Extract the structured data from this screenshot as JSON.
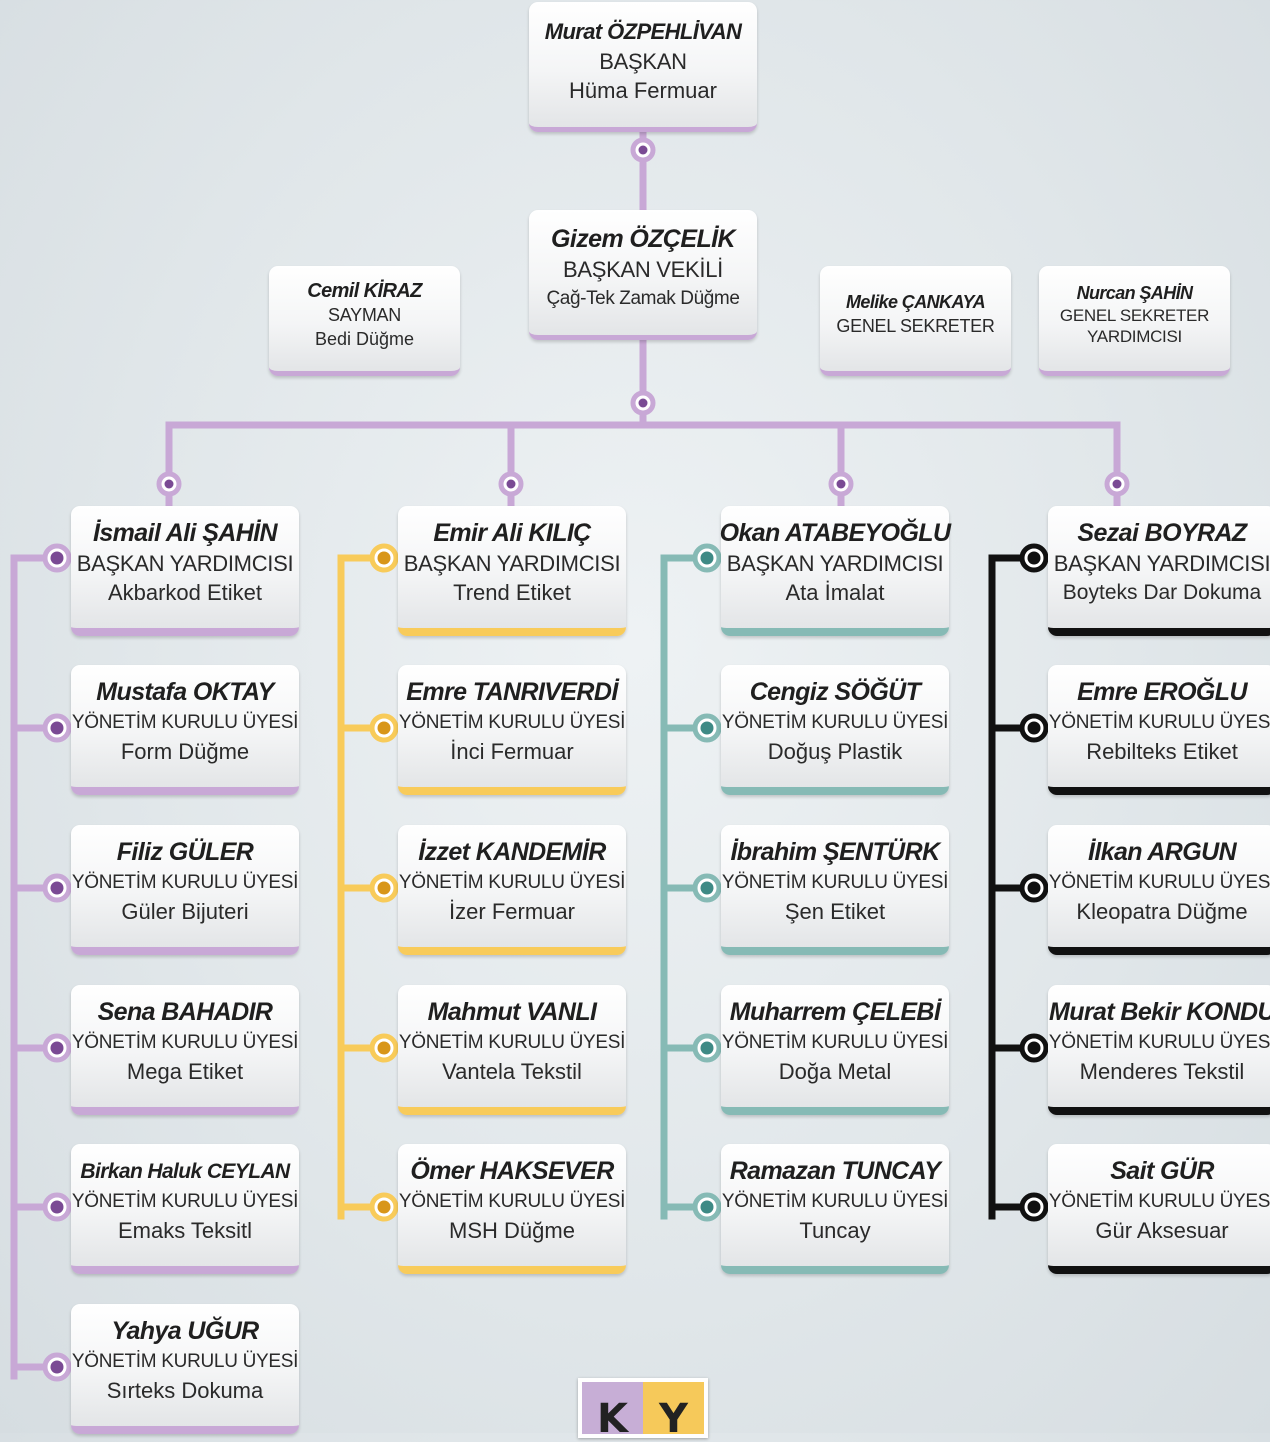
{
  "top": [
    {
      "name": "Murat ÖZPEHLİVAN",
      "role": "BAŞKAN",
      "company": "Hüma Fermuar"
    },
    {
      "name": "Gizem ÖZÇELİK",
      "role": "BAŞKAN VEKİLİ",
      "company": "Çağ-Tek Zamak Düğme"
    }
  ],
  "officers": [
    {
      "name": "Cemil KİRAZ",
      "role": "SAYMAN",
      "company": "Bedi Düğme"
    },
    {
      "name": "Melike ÇANKAYA",
      "role": "GENEL SEKRETER"
    },
    {
      "name": "Nurcan ŞAHİN",
      "role": "GENEL SEKRETER YARDIMCISI",
      "role_line1": "GENEL SEKRETER",
      "role_line2": "YARDIMCISI"
    }
  ],
  "columns": [
    {
      "color": "#c8a8d6",
      "members": [
        {
          "name": "İsmail Ali ŞAHİN",
          "role": "BAŞKAN YARDIMCISI",
          "company": "Akbarkod Etiket"
        },
        {
          "name": "Mustafa OKTAY",
          "role": "YÖNETİM KURULU ÜYESİ",
          "company": "Form Düğme"
        },
        {
          "name": "Filiz GÜLER",
          "role": "YÖNETİM KURULU ÜYESİ",
          "company": "Güler Bijuteri"
        },
        {
          "name": "Sena BAHADIR",
          "role": "YÖNETİM KURULU ÜYESİ",
          "company": "Mega Etiket"
        },
        {
          "name": "Birkan Haluk CEYLAN",
          "role": "YÖNETİM KURULU ÜYESİ",
          "company": "Emaks Teksitl"
        },
        {
          "name": "Yahya UĞUR",
          "role": "YÖNETİM KURULU ÜYESİ",
          "company": "Sırteks Dokuma"
        }
      ]
    },
    {
      "color": "#f8cb5a",
      "members": [
        {
          "name": "Emir Ali KILIÇ",
          "role": "BAŞKAN YARDIMCISI",
          "company": "Trend Etiket"
        },
        {
          "name": "Emre TANRIVERDİ",
          "role": "YÖNETİM KURULU ÜYESİ",
          "company": "İnci Fermuar"
        },
        {
          "name": "İzzet KANDEMİR",
          "role": "YÖNETİM KURULU ÜYESİ",
          "company": "İzer Fermuar"
        },
        {
          "name": "Mahmut VANLI",
          "role": "YÖNETİM KURULU ÜYESİ",
          "company": "Vantela Tekstil"
        },
        {
          "name": "Ömer HAKSEVER",
          "role": "YÖNETİM KURULU ÜYESİ",
          "company": "MSH Düğme"
        }
      ]
    },
    {
      "color": "#86bab5",
      "members": [
        {
          "name": "Okan ATABEYOĞLU",
          "role": "BAŞKAN YARDIMCISI",
          "company": "Ata İmalat"
        },
        {
          "name": "Cengiz SÖĞÜT",
          "role": "YÖNETİM KURULU ÜYESİ",
          "company": "Doğuş Plastik"
        },
        {
          "name": "İbrahim ŞENTÜRK",
          "role": "YÖNETİM KURULU ÜYESİ",
          "company": "Şen Etiket"
        },
        {
          "name": "Muharrem ÇELEBİ",
          "role": "YÖNETİM KURULU ÜYESİ",
          "company": "Doğa Metal"
        },
        {
          "name": "Ramazan TUNCAY",
          "role": "YÖNETİM KURULU ÜYESİ",
          "company": "Tuncay"
        }
      ]
    },
    {
      "color": "#111111",
      "members": [
        {
          "name": "Sezai BOYRAZ",
          "role": "BAŞKAN YARDIMCISI",
          "company": "Boyteks Dar Dokuma"
        },
        {
          "name": "Emre EROĞLU",
          "role": "YÖNETİM KURULU ÜYESİ",
          "company": "Rebilteks Etiket"
        },
        {
          "name": "İlkan ARGUN",
          "role": "YÖNETİM KURULU ÜYESİ",
          "company": "Kleopatra Düğme"
        },
        {
          "name": "Murat Bekir KONDU",
          "role": "YÖNETİM KURULU ÜYESİ",
          "company": "Menderes Tekstil"
        },
        {
          "name": "Sait GÜR",
          "role": "YÖNETİM KURULU ÜYESİ",
          "company": "Gür Aksesuar"
        }
      ]
    }
  ],
  "logo": {
    "k": "K",
    "y": "Y"
  },
  "colors": {
    "purple": "#c8a8d6",
    "purple_dark": "#7a4a94",
    "yellow": "#f8cb5a",
    "yellow_dark": "#d8961a",
    "teal": "#86bab5",
    "teal_dark": "#3e8a85",
    "black": "#111111"
  }
}
